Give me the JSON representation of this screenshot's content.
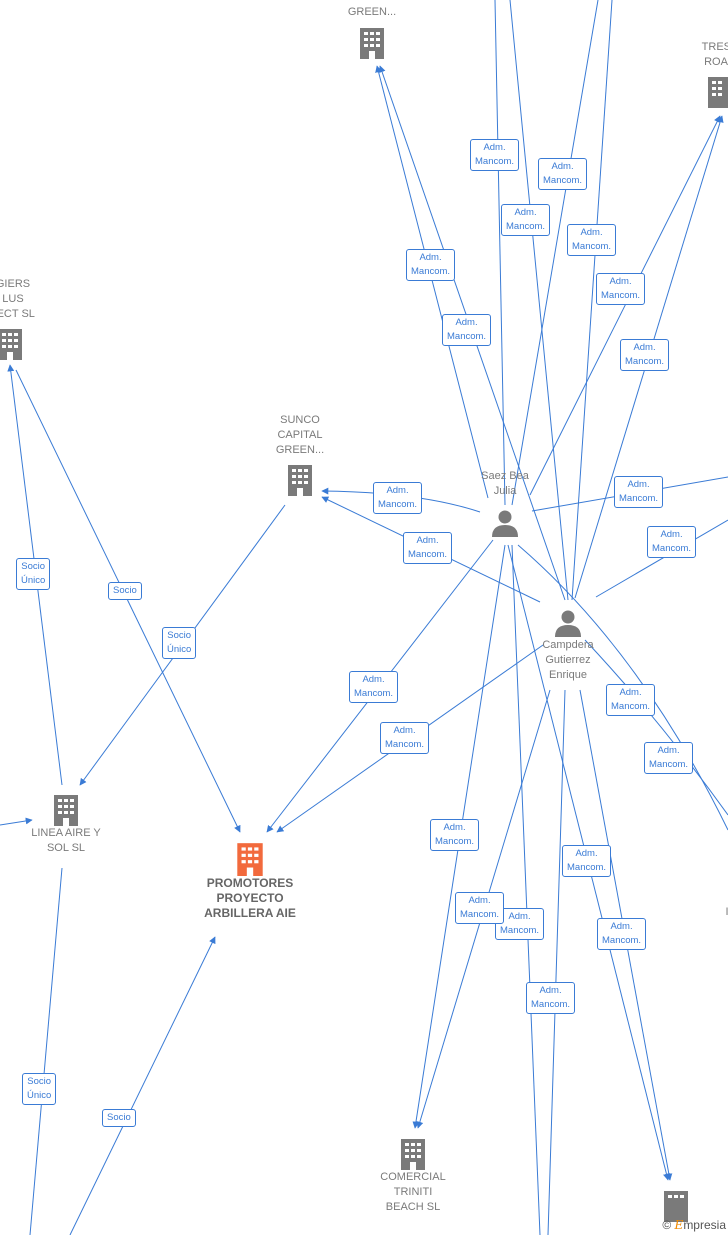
{
  "nodes": {
    "capital_green_top": {
      "label": "CAPITAL\nGREEN..."
    },
    "tresa": {
      "label": "TRESA\nROAD"
    },
    "gigiers": {
      "label": "GIERS\nLUS\nJECT  SL"
    },
    "sunco": {
      "label": "SUNCO\nCAPITAL\nGREEN..."
    },
    "saez": {
      "label": "Saez Bea\nJulia"
    },
    "campdera": {
      "label": "Campdera\nGutierrez\nEnrique"
    },
    "linea": {
      "label": "LINEA AIRE Y\nSOL  SL"
    },
    "promotores": {
      "label": "PROMOTORES\nPROYECTO\nARBILLERA AIE"
    },
    "comercial": {
      "label": "COMERCIAL\nTRINITI\nBEACH  SL"
    },
    "right_edge": {
      "label": "I"
    }
  },
  "edge_labels": {
    "adm": "Adm.\nMancom.",
    "socio_unico": "Socio\nÚnico",
    "socio": "Socio"
  },
  "colors": {
    "edge": "#3a7bd5",
    "node": "#7a7a7a",
    "main": "#f26a3d"
  },
  "watermark": {
    "symbol": "©",
    "brand_initial": "E",
    "brand_rest": "mpresia"
  }
}
